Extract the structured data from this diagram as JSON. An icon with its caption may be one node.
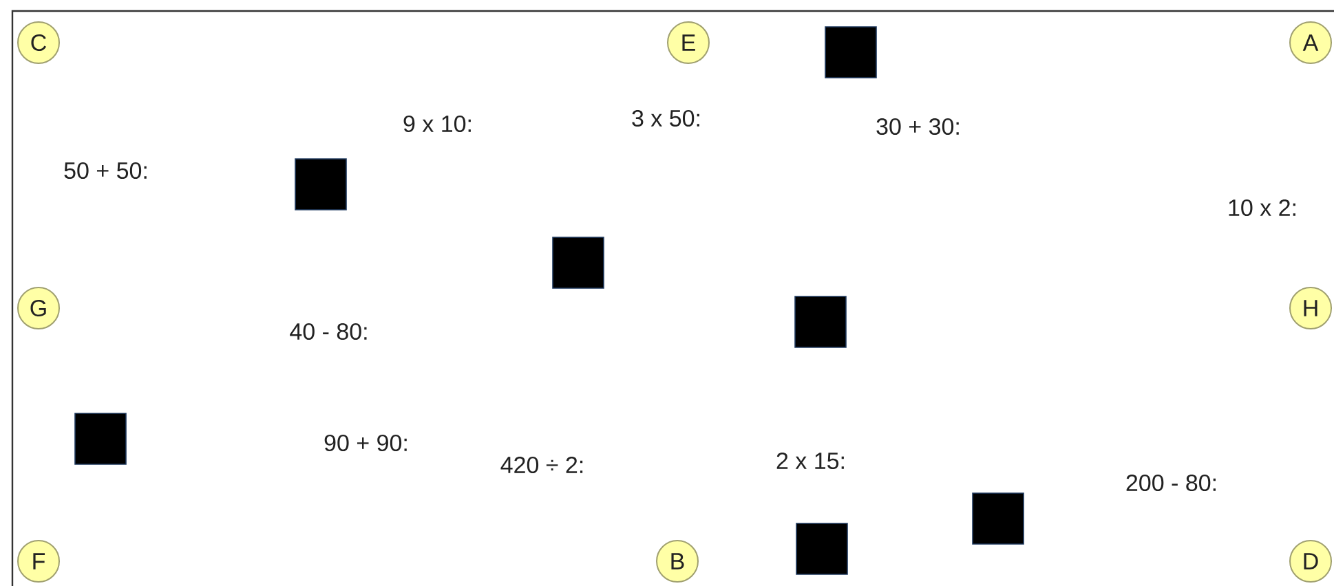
{
  "diagram": {
    "nodes": [
      {
        "text": [
          "C"
        ]
      },
      {
        "text": [
          "E"
        ]
      },
      {
        "text": [],
        "shape": "box"
      },
      {
        "text": [
          "A"
        ]
      },
      {
        "text": [],
        "shape": "box"
      },
      {
        "text": [],
        "shape": "box"
      },
      {
        "text": [
          "G"
        ]
      },
      {
        "text": [
          "H"
        ]
      },
      {
        "text": [],
        "shape": "box"
      },
      {
        "text": [],
        "shape": "box"
      },
      {
        "text": [],
        "shape": "box"
      },
      {
        "text": [
          "F"
        ]
      },
      {
        "text": [
          "B"
        ]
      },
      {
        "text": [],
        "shape": "box"
      },
      {
        "text": [
          "D"
        ]
      }
    ],
    "labels": [
      "3 x 50:",
      "9 x 10:",
      "30 + 30:",
      "50 + 50:",
      "10 x 2:",
      "40 - 80:",
      "90 + 90:",
      "2 x 15:",
      "420 ÷ 2:",
      "200 - 80:"
    ]
  }
}
